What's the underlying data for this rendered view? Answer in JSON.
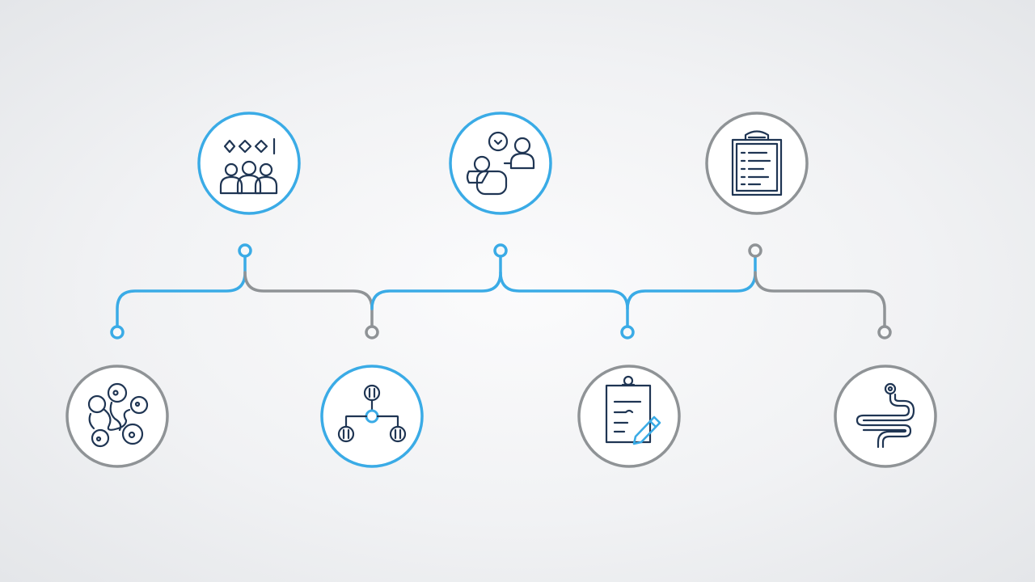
{
  "colors": {
    "accent_blue": "#3aabe6",
    "neutral_gray": "#8f9396",
    "icon_navy": "#1f3553",
    "background": "#f1f2f4"
  },
  "nodes": [
    {
      "id": "team-group",
      "icon": "team-group-icon",
      "ring": "blue"
    },
    {
      "id": "consultation",
      "icon": "consultation-icon",
      "ring": "blue"
    },
    {
      "id": "clipboard-checklist",
      "icon": "clipboard-checklist-icon",
      "ring": "gray"
    },
    {
      "id": "cell-cluster",
      "icon": "cell-cluster-icon",
      "ring": "gray"
    },
    {
      "id": "hierarchy",
      "icon": "hierarchy-icon",
      "ring": "blue"
    },
    {
      "id": "document-edit",
      "icon": "document-edit-icon",
      "ring": "gray"
    },
    {
      "id": "intestine",
      "icon": "intestine-icon",
      "ring": "gray"
    }
  ],
  "connectors": [
    {
      "from": "team-group",
      "to": "cell-cluster",
      "color": "blue"
    },
    {
      "from": "team-group",
      "to": "hierarchy",
      "color": "gray"
    },
    {
      "from": "consultation",
      "to": "hierarchy",
      "color": "blue"
    },
    {
      "from": "consultation",
      "to": "document-edit",
      "color": "blue"
    },
    {
      "from": "clipboard-checklist",
      "to": "document-edit",
      "color": "blue"
    },
    {
      "from": "clipboard-checklist",
      "to": "intestine",
      "color": "gray"
    }
  ]
}
